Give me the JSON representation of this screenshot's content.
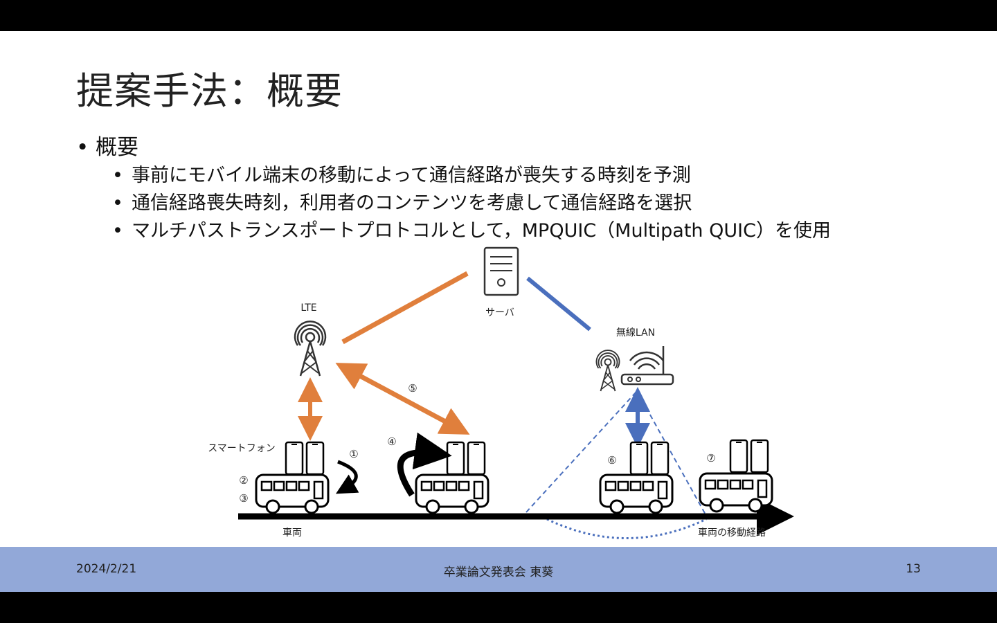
{
  "slide": {
    "title": "提案手法：概要",
    "bullet_main": "概要",
    "sub_bullets": [
      "事前にモバイル端末の移動によって通信経路が喪失する時刻を予測",
      "通信経路喪失時刻，利用者のコンテンツを考慮して通信経路を選択",
      "マルチパストランスポートプロトコルとして，MPQUIC（Multipath QUIC）を使用"
    ],
    "bullet_glyph": "•"
  },
  "diagram": {
    "lte_label": "LTE",
    "server_label": "サーバ",
    "wlan_label": "無線LAN",
    "smartphone_label": "スマートフォン",
    "vehicle_label": "車両",
    "route_label": "車両の移動経路",
    "step_markers": [
      "①",
      "②",
      "③",
      "④",
      "⑤",
      "⑥",
      "⑦"
    ],
    "colors": {
      "lte_path": "#e07f3c",
      "wlan_path": "#4a6fbd",
      "coverage": "#4a6fbd",
      "road": "#000000"
    }
  },
  "footer": {
    "date": "2024/2/21",
    "event": "卒業論文発表会 東葵",
    "page_number": "13",
    "background": "#92a8d8"
  }
}
